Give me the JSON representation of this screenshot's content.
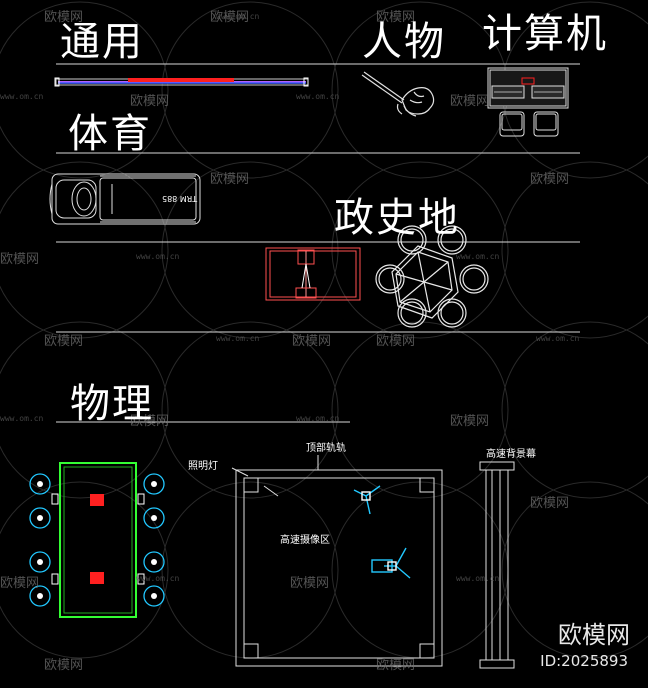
{
  "sections": {
    "general": "通用",
    "person": "人物",
    "computer": "计算机",
    "sports": "体育",
    "politics_history_geo": "政史地",
    "physics": "物理"
  },
  "physics_lab": {
    "light_label": "照明灯",
    "track_label": "顶部轨轨",
    "camera_area_label": "高速摄像区",
    "background_label": "高速背景幕"
  },
  "treadmill_text": "TRM 885",
  "watermark": {
    "brand": "欧模网",
    "id": "ID:2025893",
    "tile_text": "欧模网",
    "tile_url": "www.om.cn"
  },
  "colors": {
    "background": "#000000",
    "line": "#ffffff",
    "red": "#ff2020",
    "blue": "#3a5bff",
    "purple": "#b060ff",
    "green": "#33ff33",
    "cyan": "#22c8ff"
  }
}
